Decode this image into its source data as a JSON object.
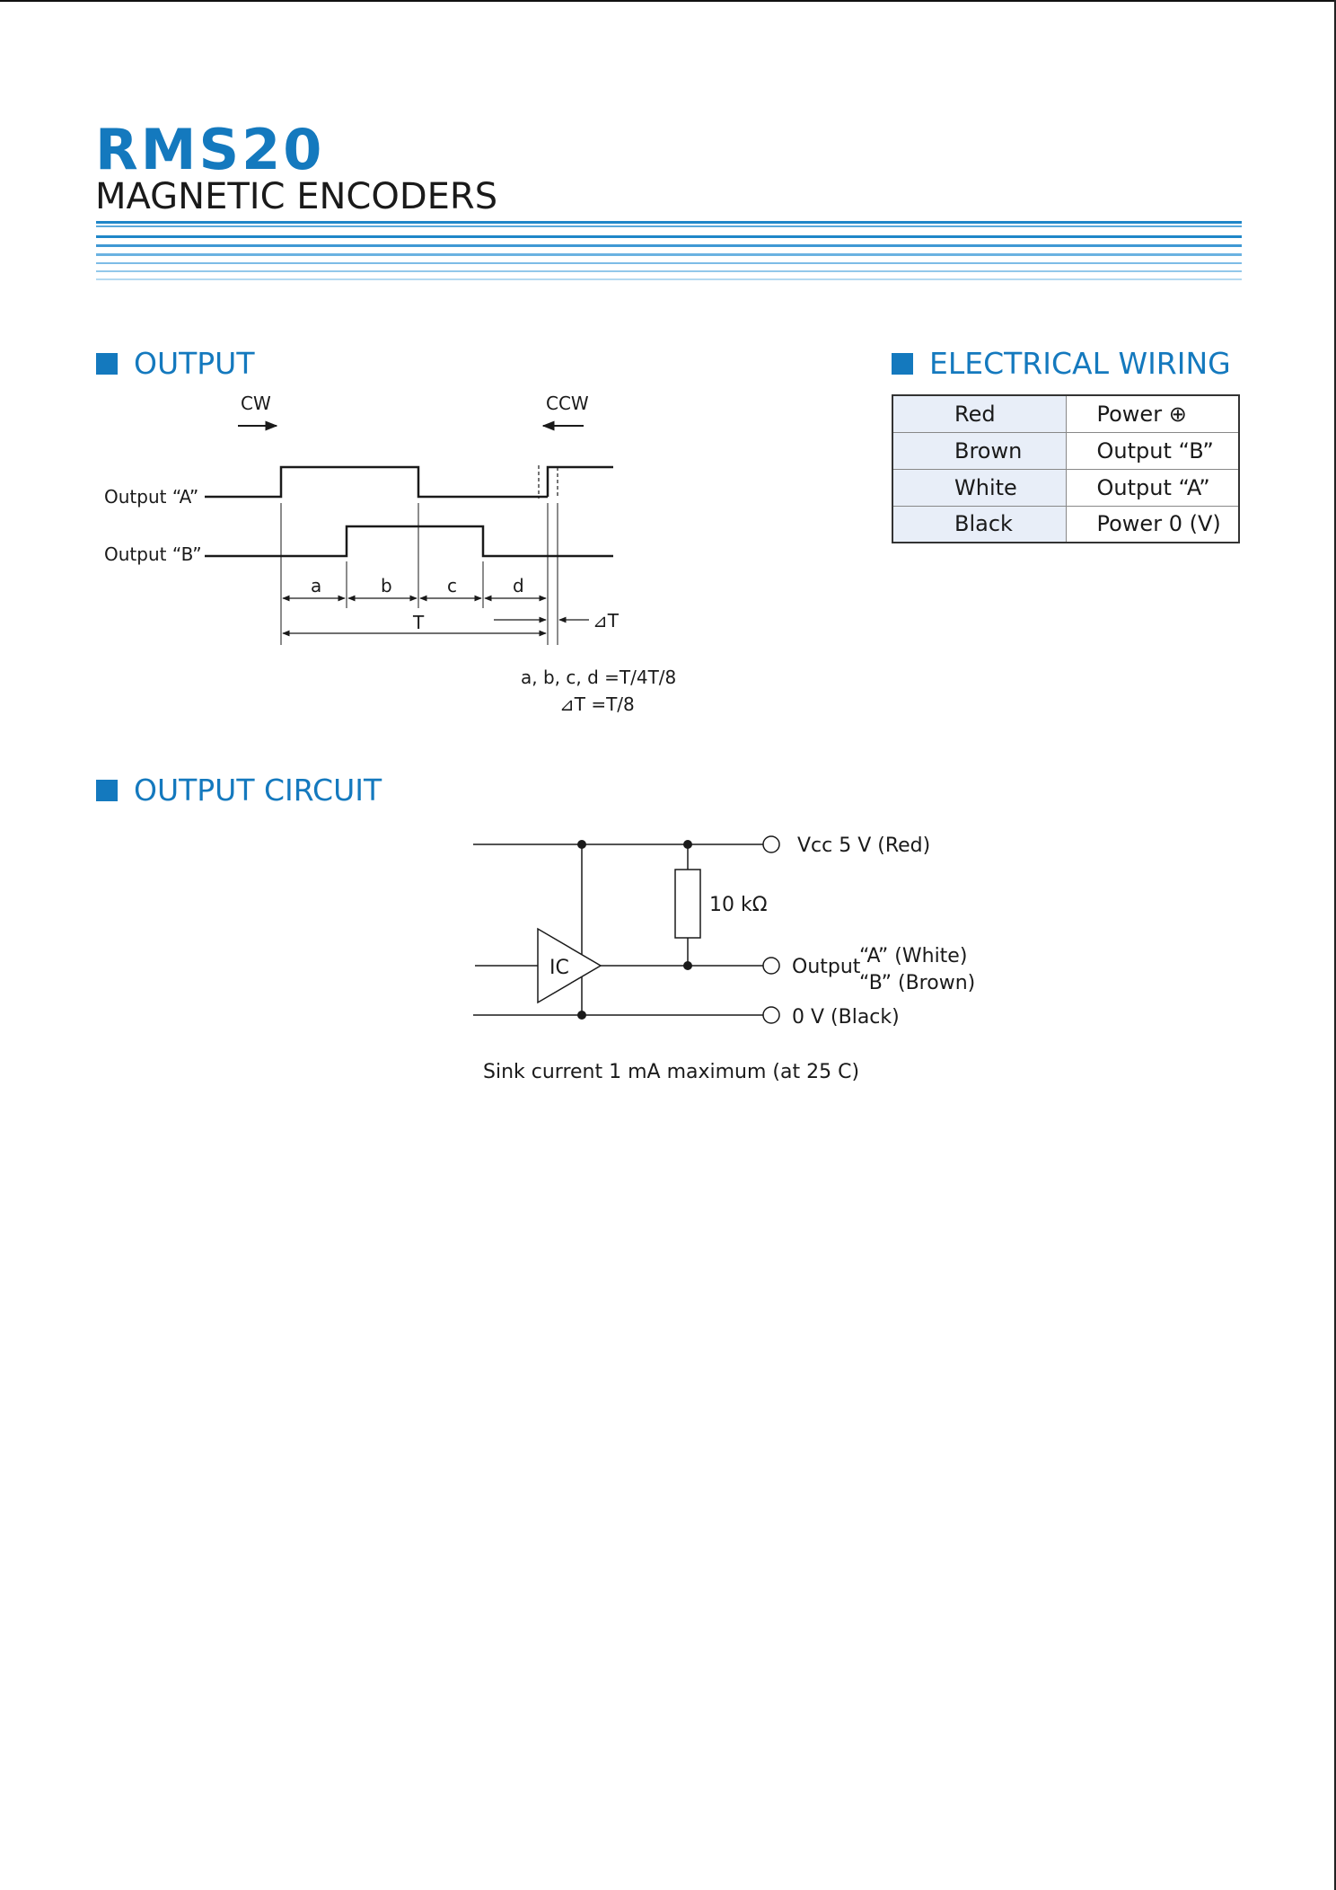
{
  "header": {
    "product_code": "RMS20",
    "product_name": "MAGNETIC ENCODERS"
  },
  "colors": {
    "accent": "#1479be",
    "table_header_bg": "#e8eef8"
  },
  "output_section": {
    "title": "OUTPUT",
    "cw_label": "CW",
    "ccw_label": "CCW",
    "output_a_label": "Output “A”",
    "output_b_label": "Output “B”",
    "interval_labels": [
      "a",
      "b",
      "c",
      "d"
    ],
    "period_label": "T",
    "delta_label": "⊿T",
    "formula_line1": "a, b, c, d =T/4T/8",
    "formula_line2": "⊿T =T/8"
  },
  "wiring_section": {
    "title": "ELECTRICAL WIRING",
    "rows": [
      {
        "wire": "Red",
        "function": "Power ⊕"
      },
      {
        "wire": "Brown",
        "function": "Output “B”"
      },
      {
        "wire": "White",
        "function": "Output “A”"
      },
      {
        "wire": "Black",
        "function": "Power 0 (V)"
      }
    ]
  },
  "circuit_section": {
    "title": "OUTPUT CIRCUIT",
    "vcc_label": "Vcc 5 V (Red)",
    "resistor_label": "10 kΩ",
    "ic_label": "IC",
    "output_label": "Output",
    "output_a_label": "“A” (White)",
    "output_b_label": "“B” (Brown)",
    "ground_label": "0 V (Black)",
    "note": "Sink current 1 mA maximum (at 25 C)"
  }
}
